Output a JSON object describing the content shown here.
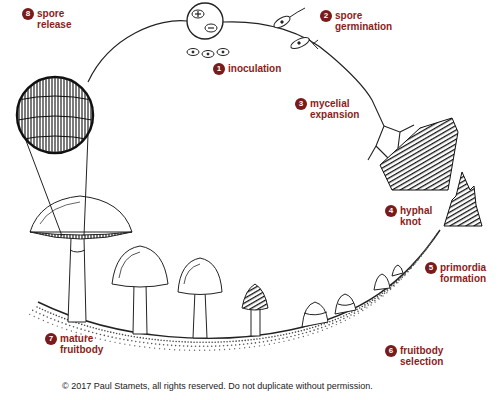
{
  "diagram": {
    "nodes": [
      {
        "text": [
          "1",
          "inoculation"
        ]
      },
      {
        "text": [
          "2",
          "spore germination"
        ]
      },
      {
        "text": [
          "3",
          "mycelial expansion"
        ]
      },
      {
        "text": [
          "4",
          "hyphal knot"
        ]
      },
      {
        "text": [
          "5",
          "primordia formation"
        ]
      },
      {
        "text": [
          "6",
          "fruitbody selection"
        ]
      },
      {
        "text": [
          "7",
          "mature fruitbody"
        ]
      },
      {
        "text": [
          "8",
          "spore release"
        ]
      }
    ],
    "labels": [
      "© 2017 Paul Stamets, all rights reserved. Do not duplicate without permission."
    ]
  }
}
